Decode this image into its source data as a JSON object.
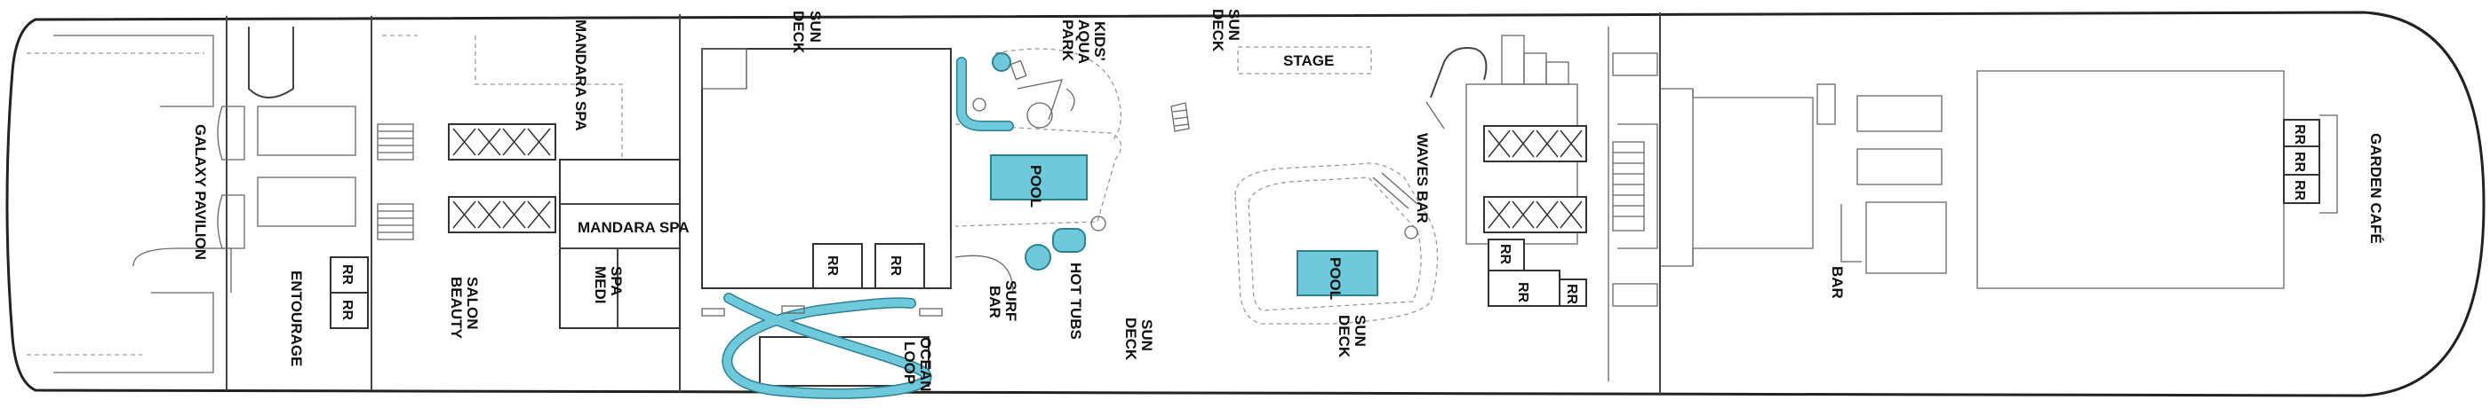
{
  "labels": {
    "galaxy_pavilion": "GALAXY PAVILION",
    "mandara_spa_top": "MANDARA SPA",
    "mandara_spa_box": "MANDARA SPA",
    "medi_spa_1": "MEDI",
    "medi_spa_2": "SPA",
    "beauty_salon_1": "BEAUTY",
    "beauty_salon_2": "SALON",
    "entourage": "ENTOURAGE",
    "sun_deck_1a": "SUN",
    "sun_deck_1b": "DECK",
    "sun_deck_2a": "SUN",
    "sun_deck_2b": "DECK",
    "sun_deck_3a": "SUN",
    "sun_deck_3b": "DECK",
    "sun_deck_4a": "SUN",
    "sun_deck_4b": "DECK",
    "kids_aqua_park_1": "KIDS'",
    "kids_aqua_park_2": "AQUA",
    "kids_aqua_park_3": "PARK",
    "stage": "STAGE",
    "pool_1": "POOL",
    "pool_2": "POOL",
    "hot_tubs": "HOT TUBS",
    "surf_bar_1": "SURF",
    "surf_bar_2": "BAR",
    "ocean_loop_1": "OCEAN",
    "ocean_loop_2": "LOOP",
    "waves_bar": "WAVES BAR",
    "bar": "BAR",
    "garden_cafe": "GARDEN CAFÉ",
    "rr": "RR"
  },
  "colors": {
    "water": "#6ec9db",
    "water_outline": "#2f7f91",
    "hull": "#222222"
  }
}
